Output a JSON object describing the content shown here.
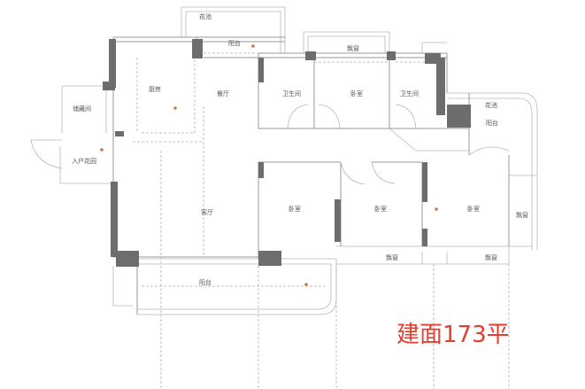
{
  "rooms": {
    "garden_top": "花池",
    "balcony_top": "阳台",
    "bay_window_top": "飘窗",
    "storage": "储藏间",
    "kitchen": "厨房",
    "dining": "餐厅",
    "bathroom_1": "卫生间",
    "bedroom_top": "卧室",
    "bathroom_2": "卫生间",
    "garden_right": "花池",
    "balcony_right": "阳台",
    "entry_garden": "入户花园",
    "living": "客厅",
    "bedroom_1": "卧室",
    "bedroom_2": "卧室",
    "bedroom_3": "卧室",
    "bay_window_right": "飘窗",
    "bay_window_bottom_1": "飘窗",
    "bay_window_bottom_2": "飘窗",
    "balcony_bottom": "阳台"
  },
  "area_text": "建面173平",
  "colors": {
    "wall": "#6d6d6d",
    "accent": "#e53e2f",
    "marker": "#c9774f"
  }
}
